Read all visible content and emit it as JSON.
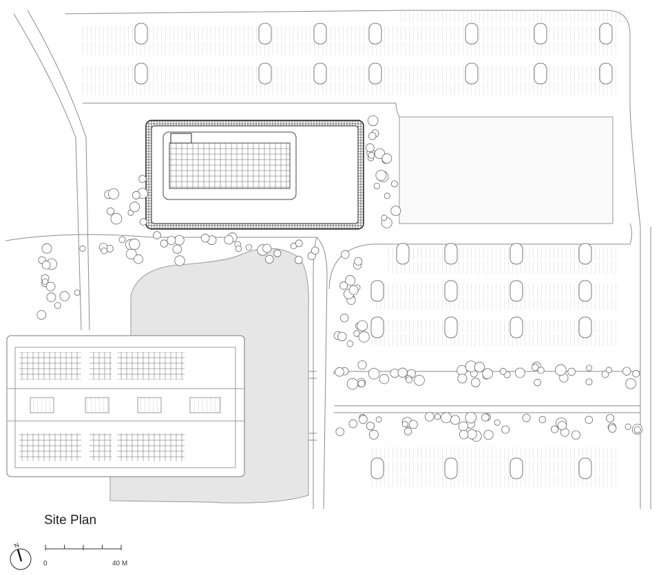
{
  "drawing": {
    "title": "Site Plan",
    "north_label": "N",
    "scale_bar": {
      "start_label": "0",
      "end_label": "40 M",
      "divisions": 4
    }
  },
  "colors": {
    "line": "#8a8a8a",
    "dark_line": "#222222",
    "water": "#e6e6e6",
    "paving": "#f4f4f4"
  }
}
